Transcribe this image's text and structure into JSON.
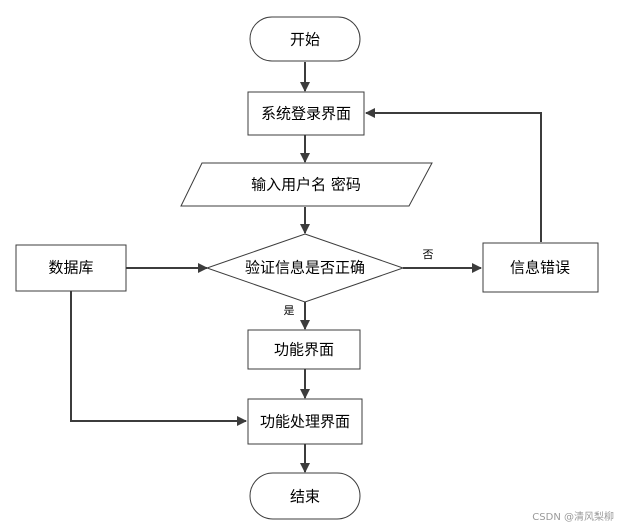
{
  "flowchart": {
    "nodes": {
      "start": "开始",
      "login": "系统登录界面",
      "input": "输入用户名 密码",
      "verify": "验证信息是否正确",
      "database": "数据库",
      "error": "信息错误",
      "function": "功能界面",
      "processing": "功能处理界面",
      "end": "结束"
    },
    "edge_labels": {
      "no": "否",
      "yes": "是"
    }
  },
  "watermark": "CSDN @清风梨柳"
}
